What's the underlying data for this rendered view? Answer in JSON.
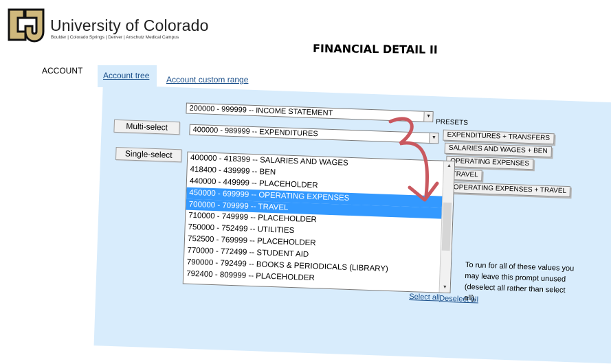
{
  "brand": {
    "name": "University of Colorado",
    "campuses": "Boulder | Colorado Springs | Denver | Anschutz Medical Campus"
  },
  "report_title": "FINANCIAL DETAIL II",
  "tabs": {
    "account_label": "ACCOUNT",
    "tree_label": "Account tree",
    "custom_label": "Account custom range"
  },
  "dropdowns": {
    "statement": "200000 - 999999 -- INCOME STATEMENT",
    "multi": "400000 - 989999 -- EXPENDITURES"
  },
  "buttons": {
    "multi_select": "Multi-select",
    "single_select": "Single-select"
  },
  "presets": {
    "label": "PRESETS",
    "items": [
      "EXPENDITURES + TRANSFERS",
      "SALARIES AND WAGES + BEN",
      "OPERATING EXPENSES",
      "TRAVEL",
      "OPERATING EXPENSES + TRAVEL"
    ]
  },
  "list": {
    "items": [
      {
        "label": "400000 - 418399 -- SALARIES AND WAGES",
        "selected": false
      },
      {
        "label": "418400 - 439999 -- BEN",
        "selected": false
      },
      {
        "label": "440000 - 449999 -- PLACEHOLDER",
        "selected": false
      },
      {
        "label": "450000 - 699999 -- OPERATING EXPENSES",
        "selected": true
      },
      {
        "label": "700000 - 709999 -- TRAVEL",
        "selected": true
      },
      {
        "label": "710000 - 749999 -- PLACEHOLDER",
        "selected": false
      },
      {
        "label": "750000 - 752499 -- UTILITIES",
        "selected": false
      },
      {
        "label": "752500 - 769999 -- PLACEHOLDER",
        "selected": false
      },
      {
        "label": "770000 - 772499 -- STUDENT AID",
        "selected": false
      },
      {
        "label": "790000 - 792499 -- BOOKS & PERIODICALS (LIBRARY)",
        "selected": false
      },
      {
        "label": "792400 - 809999 -- PLACEHOLDER",
        "selected": false
      }
    ]
  },
  "links": {
    "select_all": "Select all",
    "deselect_all": "Deselect all"
  },
  "help_text": "To run for all of these values you may leave this prompt unused (deselect all rather than select all).",
  "colors": {
    "panel": "#d8ecfc",
    "selection": "#3399ff",
    "annotation_arrow": "#c9585f",
    "link": "#1a4f8a"
  }
}
